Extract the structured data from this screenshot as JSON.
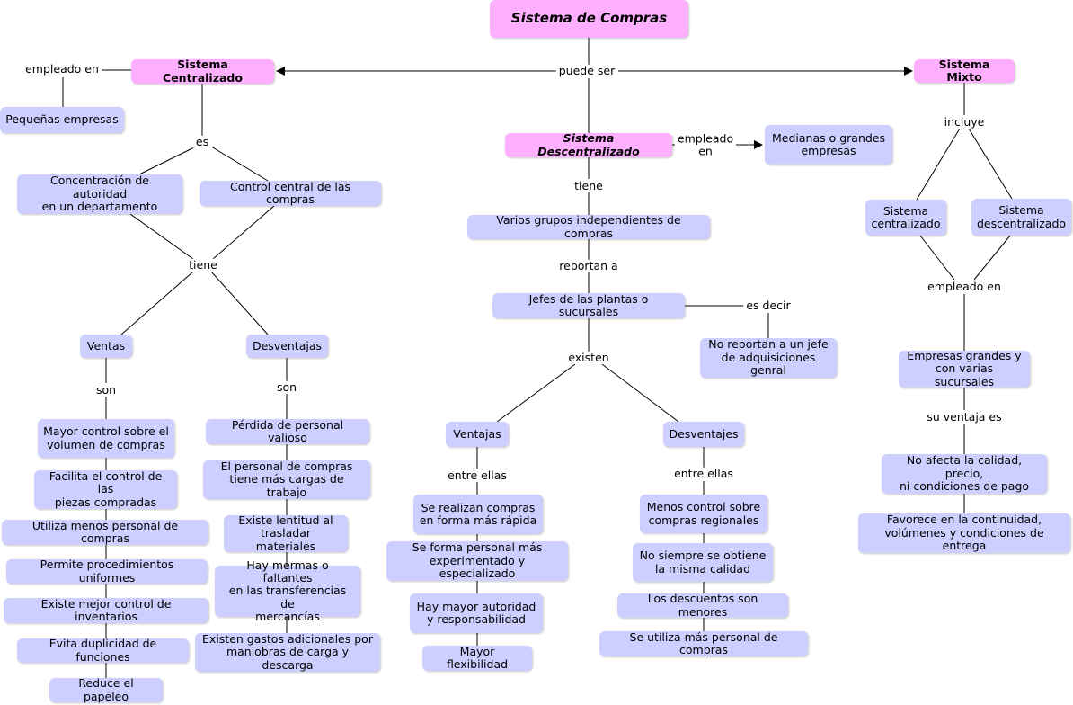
{
  "nodes": {
    "root": "Sistema de Compras",
    "centralizado": "Sistema Centralizado",
    "mixto": "Sistema Mixto",
    "descentralizado": "Sistema Descentralizado",
    "pequenas": "Pequeñas empresas",
    "medianas": "Medianas o grandes\nempresas",
    "concentracion": "Concentración de autoridad\nen un departamento",
    "control_central": "Control central de las compras",
    "ventas_c": "Ventas",
    "desventajas_c": "Desventajas",
    "v1": "Mayor control sobre el\nvolumen de compras",
    "v2": "Facilita el control de las\npiezas compradas",
    "v3": "Utiliza menos personal de compras",
    "v4": "Permite procedimientos uniformes",
    "v5": "Existe mejor control de inventarios",
    "v6": "Evita duplicidad de funciones",
    "v7": "Reduce el papeleo",
    "d1": "Pérdida de personal valioso",
    "d2": "El personal de compras\ntiene más cargas de trabajo",
    "d3": "Existe lentitud al\ntrasladar materiales",
    "d4": "Hay mermas o faltantes\nen las transferencias de\nmercancías",
    "d5": "Existen gastos adicionales por\nmaniobras de carga y descarga",
    "varios_grupos": "Varios grupos independientes de compras",
    "jefes": "Jefes de las plantas o sucursales",
    "no_reportan": "No reportan a un jefe\nde adquisiciones genral",
    "ventajas_d": "Ventajas",
    "desventajas_d": "Desventajes",
    "dv1": "Se realizan compras\nen forma más rápida",
    "dv2": "Se forma personal más\nexperimentado y especializado",
    "dv3": "Hay mayor autoridad\ny responsabilidad",
    "dv4": "Mayor flexibilidad",
    "dd1": "Menos control sobre\ncompras regionales",
    "dd2": "No siempre se obtiene\nla misma calidad",
    "dd3": "Los descuentos son menores",
    "dd4": "Se utiliza más personal de compras",
    "m_centralizado": "Sistema\ncentralizado",
    "m_descentralizado": "Sistema\ndescentralizado",
    "m_empresas": "Empresas grandes y\ncon varias sucursales",
    "m_calidad": "No afecta la calidad, precio,\nni condiciones de pago",
    "m_favorece": "Favorece en la continuidad,\nvolúmenes y condiciones de entrega"
  },
  "links": {
    "puede_ser": "puede ser",
    "empleado_en_c": "empleado en",
    "es": "es",
    "tiene_c": "tiene",
    "son_v": "son",
    "son_d": "son",
    "tiene_d": "tiene",
    "empleado_en_d": "empleado\nen",
    "reportan_a": "reportan a",
    "es_decir": "es decir",
    "existen": "existen",
    "entre_ellas_v": "entre ellas",
    "entre_ellas_d": "entre ellas",
    "incluye": "incluye",
    "empleado_en_m": "empleado en",
    "su_ventaja_es": "su ventaja es"
  },
  "colors": {
    "concept": "#cccfff",
    "main_concept": "#ffafff",
    "line": "#000000"
  }
}
